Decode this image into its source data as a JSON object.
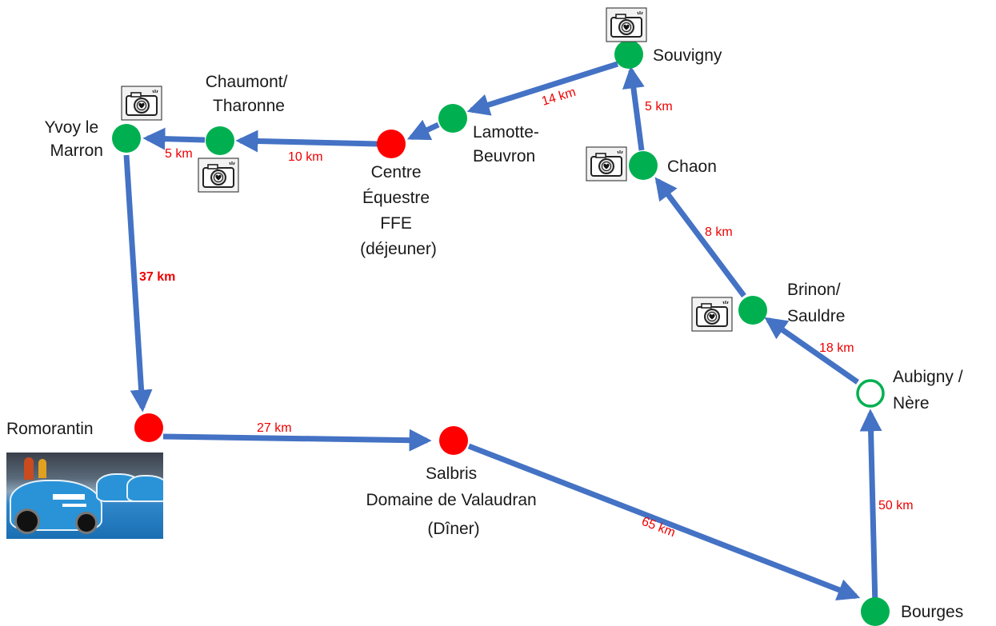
{
  "places": {
    "yvoy": [
      "Yvoy le",
      "Marron"
    ],
    "chaumont": [
      "Chaumont/",
      "Tharonne"
    ],
    "centre": [
      "Centre",
      "Équestre",
      "FFE",
      "(déjeuner)"
    ],
    "lamotte": [
      "Lamotte-",
      "Beuvron"
    ],
    "souvigny": [
      "Souvigny"
    ],
    "chaon": [
      "Chaon"
    ],
    "brinon": [
      "Brinon/",
      "Sauldre"
    ],
    "aubigny": [
      "Aubigny /",
      "Nère"
    ],
    "bourges": [
      "Bourges"
    ],
    "salbris": [
      "Salbris",
      "Domaine de Valaudran",
      "(Dîner)"
    ],
    "romorantin": [
      "Romorantin"
    ]
  },
  "distances": {
    "bourges_aubigny": "50 km",
    "aubigny_brinon": "18 km",
    "brinon_chaon": "8 km",
    "chaon_souvigny": "5 km",
    "souvigny_lamotte": "14 km",
    "lamotte_centre": "10 km",
    "chaumont_yvoy": "5 km",
    "yvoy_romorantin": "37 km",
    "romorantin_salbris": "27 km",
    "salbris_bourges": "65 km"
  },
  "colors": {
    "route": "#4472c4",
    "stop_green": "#00b050",
    "stop_red": "#ff0000",
    "distance_text": "#ee0000"
  },
  "icons": {
    "photo_spot": "camera-heart-icon",
    "photo": "race-cars-photo"
  }
}
